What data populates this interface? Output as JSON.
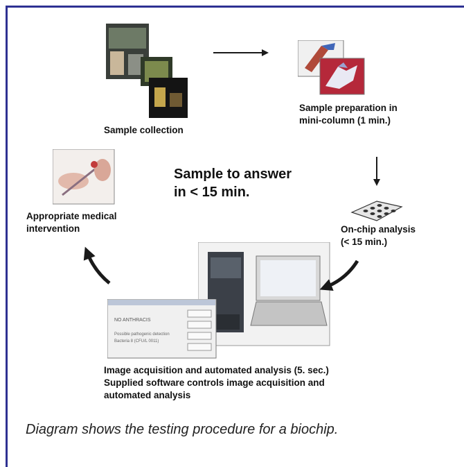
{
  "labels": {
    "sample_collection": "Sample collection",
    "sample_prep": "Sample preparation in\nmini-column (1 min.)",
    "sample_to_answer": "Sample to answer\nin < 15 min.",
    "medical": "Appropriate medical\nintervention",
    "on_chip": "On-chip analysis\n(< 15 min.)",
    "image_acq": "Image acquisition and automated analysis (5. sec.)\nSupplied software controls image acquisition and\nautomated analysis"
  },
  "caption": "Diagram shows the testing procedure for a biochip.",
  "software_window": {
    "line1": "NO ANTHRACIS",
    "line2": "Possible pathogenic detection",
    "line3": "Bacteria 8 (CFU/L 0011)"
  },
  "colors": {
    "frame": "#2e3192",
    "arrow": "#1a1a1a"
  }
}
